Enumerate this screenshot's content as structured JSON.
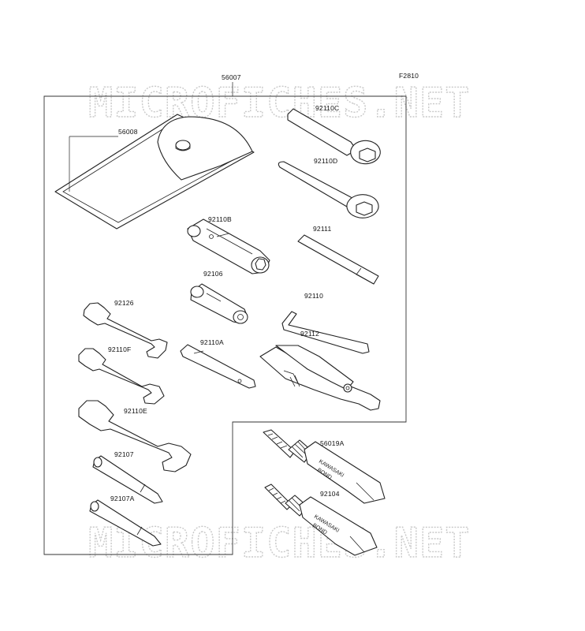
{
  "figure_code": "F2810",
  "watermark": "MICROFICHES.NET",
  "tube_brand": "KAWASAKI",
  "tube_product": "BOND",
  "parts": {
    "p56007": "56007",
    "p56008": "56008",
    "p92110C": "92110C",
    "p92110D": "92110D",
    "p92110B": "92110B",
    "p92111": "92111",
    "p92106": "92106",
    "p92110": "92110",
    "p92126": "92126",
    "p92110A": "92110A",
    "p92112": "92112",
    "p92110F": "92110F",
    "p92110E": "92110E",
    "p56019A": "56019A",
    "p92107": "92107",
    "p92104": "92104",
    "p92107A": "92107A"
  }
}
